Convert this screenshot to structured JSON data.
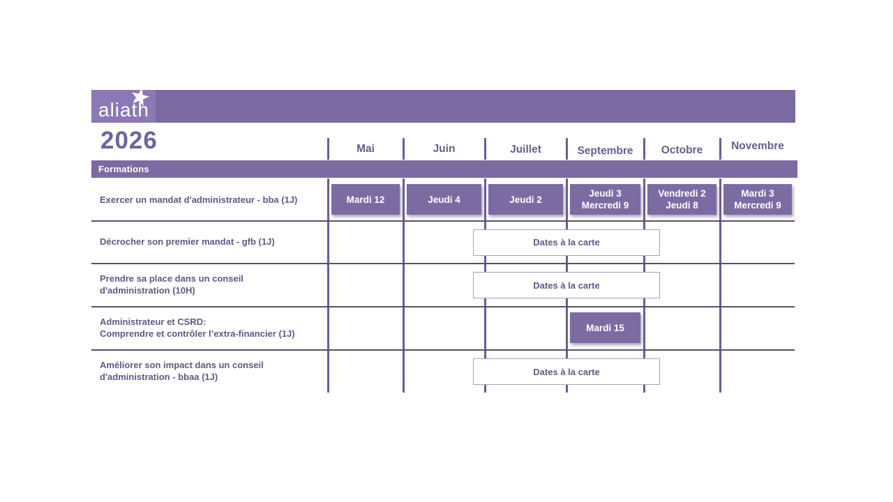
{
  "brand": {
    "name": "aliath",
    "star_icon": "star"
  },
  "year_title": "2026",
  "section": {
    "label": "Formations"
  },
  "months": [
    "Mai",
    "Juin",
    "Juillet",
    "Septembre",
    "Octobre",
    "Novembre"
  ],
  "colors": {
    "main_purple": "#7C6BA3",
    "logo_tile_purple": "#8A79B4",
    "grid_line_purple": "#6B5B99",
    "row_divider": "#57506B",
    "text_purple": "#625786",
    "year_purple": "#6F63A2",
    "carte_border": "#A8A1B5",
    "box_text": "#FFFFFF"
  },
  "rows": [
    {
      "label_lines": [
        "Exercer un mandat d'administrateur - bba (1J)"
      ],
      "events": [
        {
          "type": "filled",
          "month_index": 0,
          "lines": [
            "Mardi 12"
          ]
        },
        {
          "type": "filled",
          "month_index": 1,
          "lines": [
            "Jeudi 4"
          ]
        },
        {
          "type": "filled",
          "month_index": 2,
          "lines": [
            "Jeudi 2"
          ]
        },
        {
          "type": "filled",
          "month_index": 3,
          "lines": [
            "Jeudi 3",
            "Mercredi 9"
          ]
        },
        {
          "type": "filled",
          "month_index": 4,
          "lines": [
            "Vendredi 2",
            "Jeudi 8"
          ]
        },
        {
          "type": "filled",
          "month_index": 5,
          "lines": [
            "Mardi 3",
            "Mercredi 9"
          ]
        }
      ]
    },
    {
      "label_lines": [
        "Décrocher son premier mandat - gfb (1J)"
      ],
      "events": [
        {
          "type": "outline",
          "lines": [
            "Dates à la carte"
          ]
        }
      ]
    },
    {
      "label_lines": [
        "Prendre sa place dans un conseil",
        "d'administration (10H)"
      ],
      "events": [
        {
          "type": "outline",
          "lines": [
            "Dates à la carte"
          ]
        }
      ]
    },
    {
      "label_lines": [
        "Administrateur et CSRD:",
        "Comprendre et contrôler l’extra-financier (1J)"
      ],
      "events": [
        {
          "type": "filled",
          "month_index": 3,
          "lines": [
            "Mardi 15"
          ]
        }
      ]
    },
    {
      "label_lines": [
        "Améliorer son impact dans un conseil",
        "d'administration - bbaa (1J)"
      ],
      "events": [
        {
          "type": "outline",
          "lines": [
            "Dates à la carte"
          ]
        }
      ]
    }
  ]
}
